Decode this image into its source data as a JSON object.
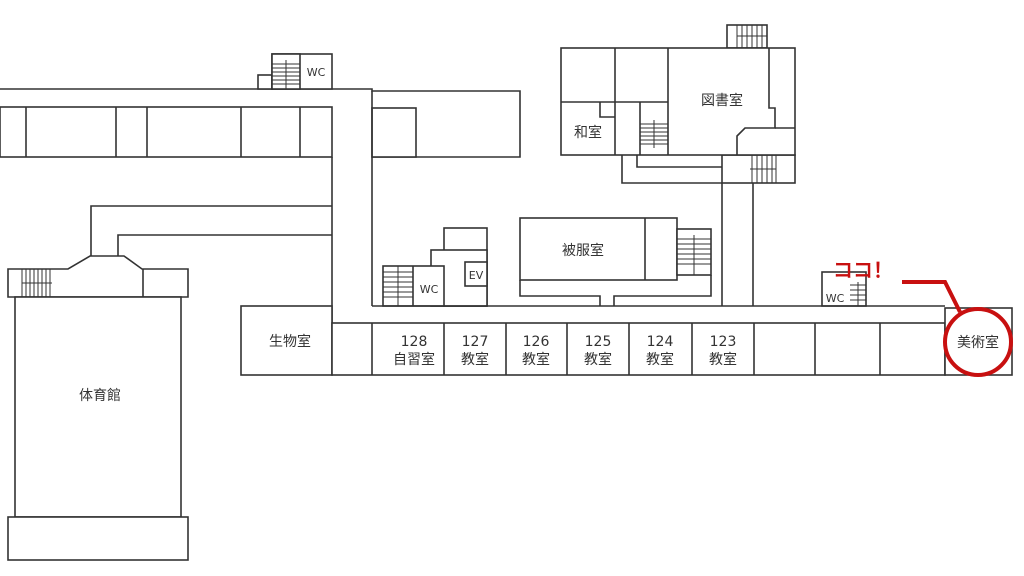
{
  "map": {
    "rooms": {
      "gym": "体育館",
      "biology": "生物室",
      "library": "図書室",
      "japanese_room": "和室",
      "clothing": "被服室",
      "art": "美術室",
      "wc_top": "WC",
      "wc_mid": "WC",
      "wc_right": "WC",
      "ev": "EV"
    },
    "classrooms": [
      {
        "number": "128",
        "name": "自習室"
      },
      {
        "number": "127",
        "name": "教室"
      },
      {
        "number": "126",
        "name": "教室"
      },
      {
        "number": "125",
        "name": "教室"
      },
      {
        "number": "124",
        "name": "教室"
      },
      {
        "number": "123",
        "name": "教室"
      }
    ],
    "callout": {
      "text": "ココ！",
      "color": "#c81010"
    }
  }
}
